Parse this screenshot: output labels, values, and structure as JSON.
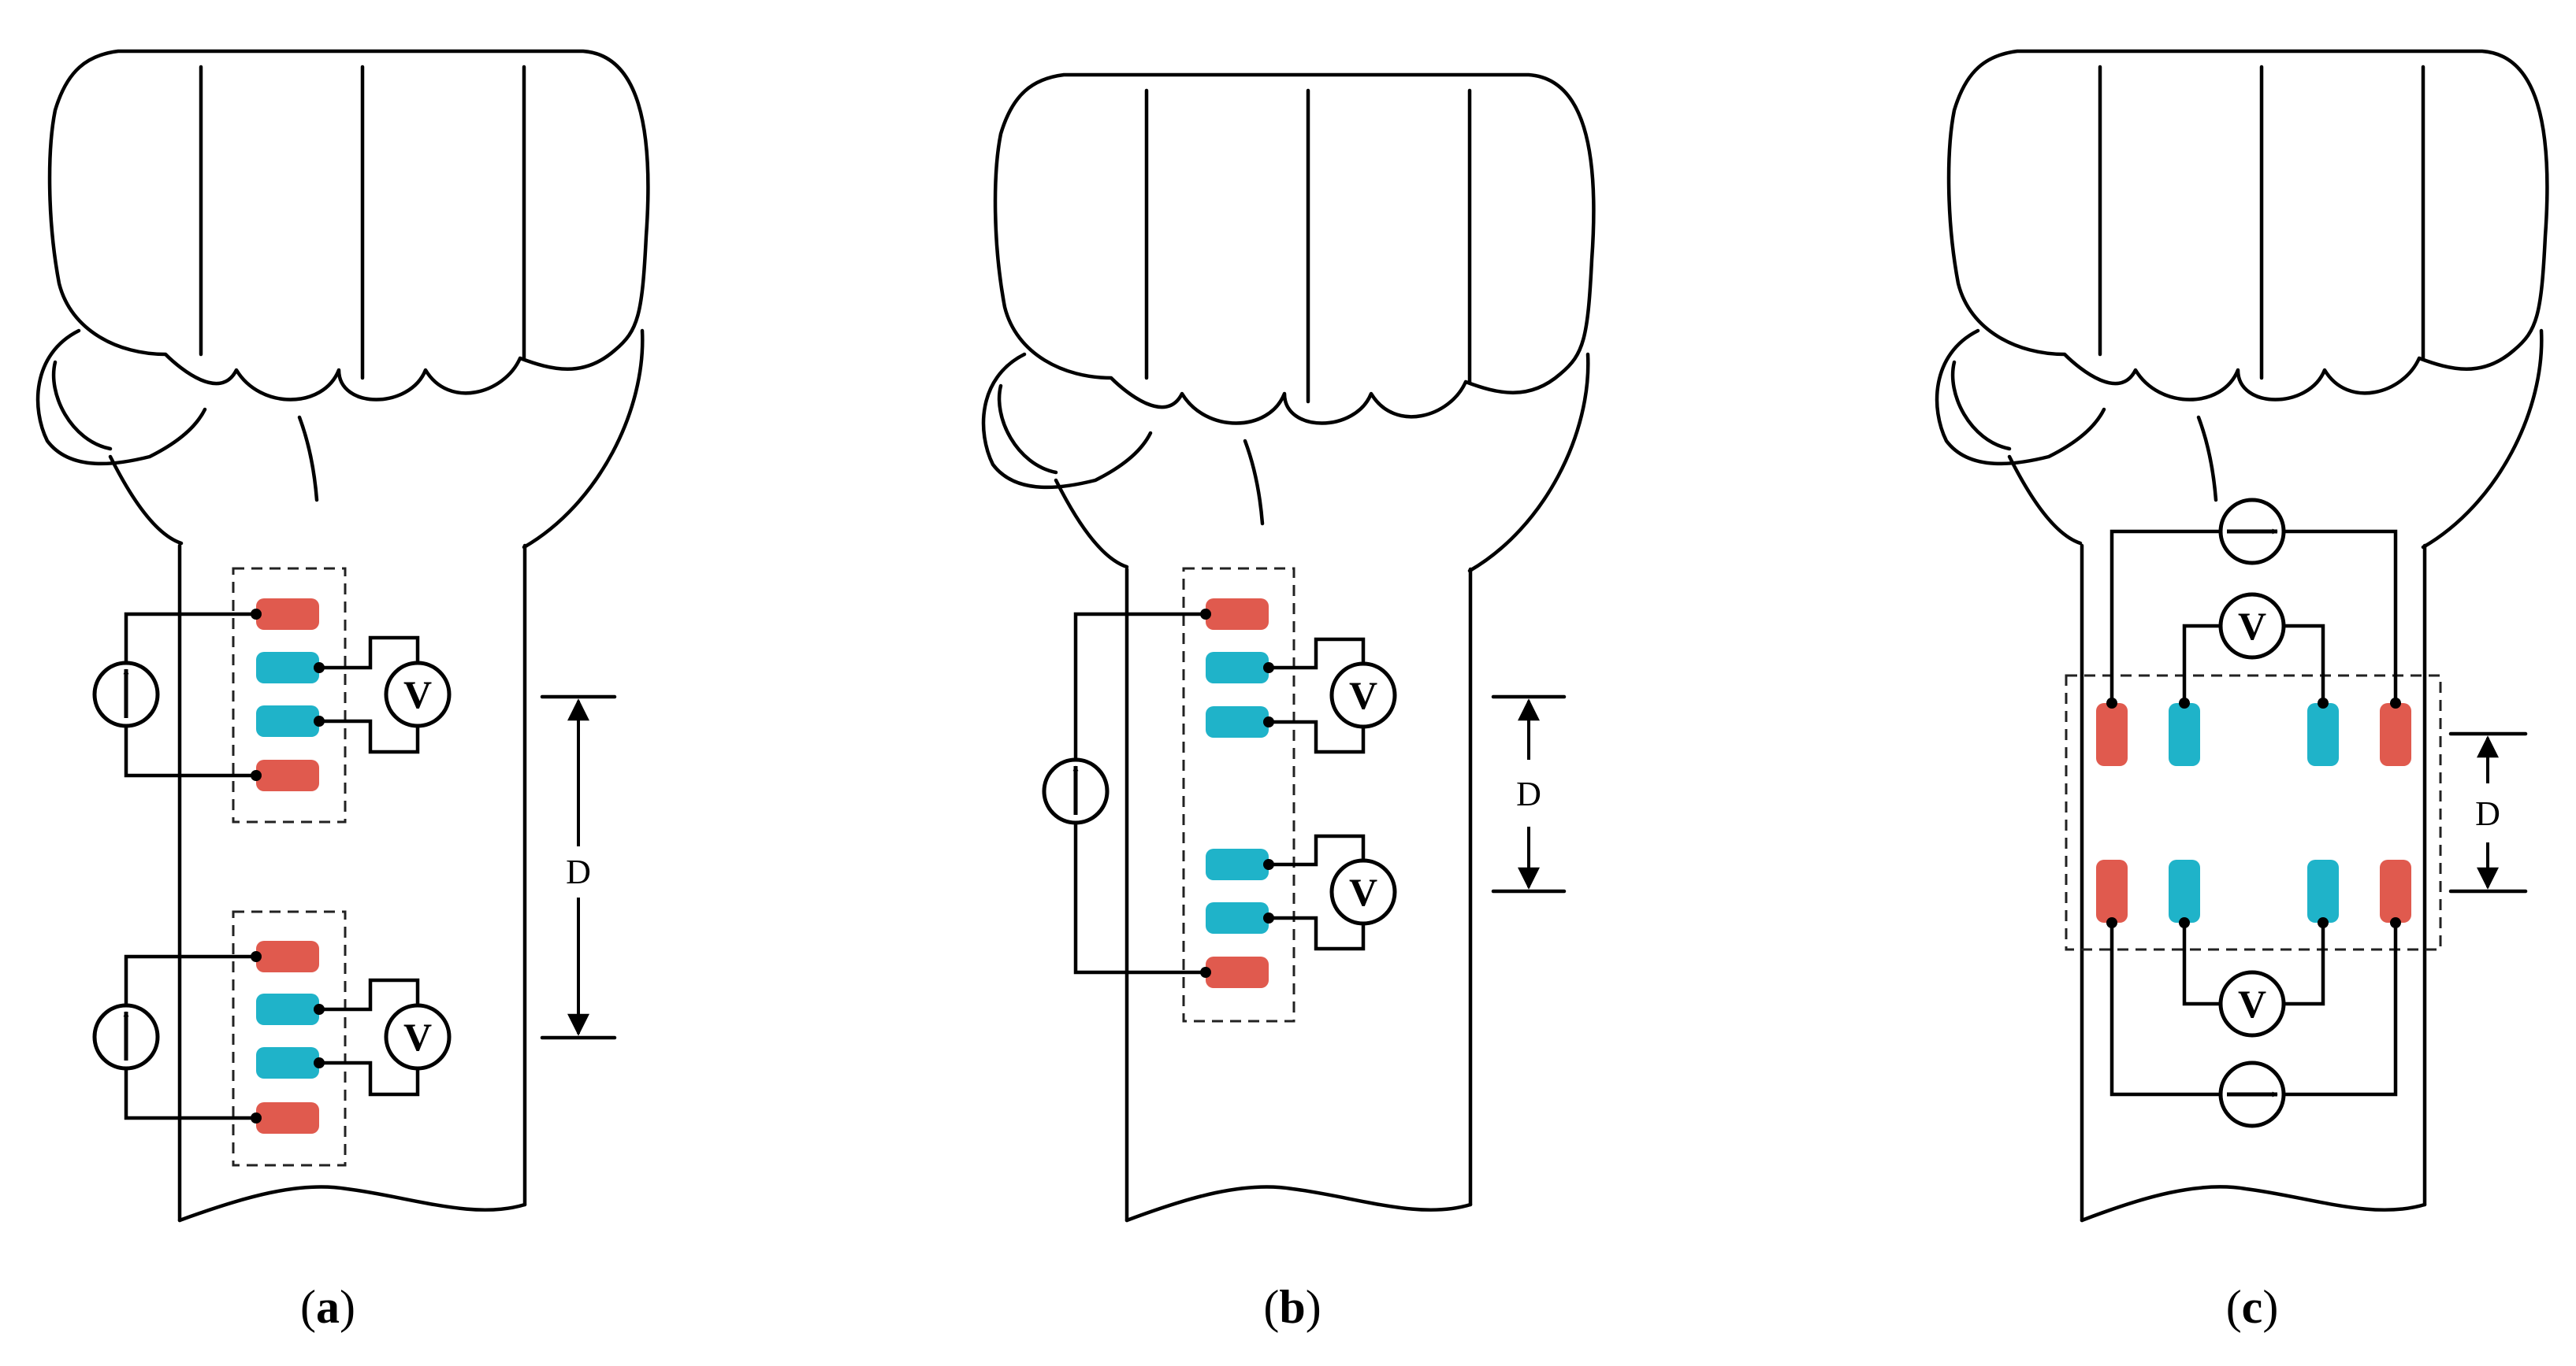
{
  "panels": [
    {
      "paren_open": "(",
      "letter": "a",
      "paren_close": ")",
      "voltmeter_symbol": "V",
      "distance_label": "D"
    },
    {
      "paren_open": "(",
      "letter": "b",
      "paren_close": ")",
      "voltmeter_symbol": "V",
      "distance_label": "D"
    },
    {
      "paren_open": "(",
      "letter": "c",
      "paren_close": ")",
      "voltmeter_symbol": "V",
      "distance_label": "D"
    }
  ],
  "colors": {
    "current_electrode": "#e05a4e",
    "voltage_electrode": "#1fb3c9",
    "line": "#000000"
  },
  "icons": [
    "current-source-icon",
    "voltmeter-icon",
    "electrode-icon",
    "distance-arrow-icon"
  ]
}
